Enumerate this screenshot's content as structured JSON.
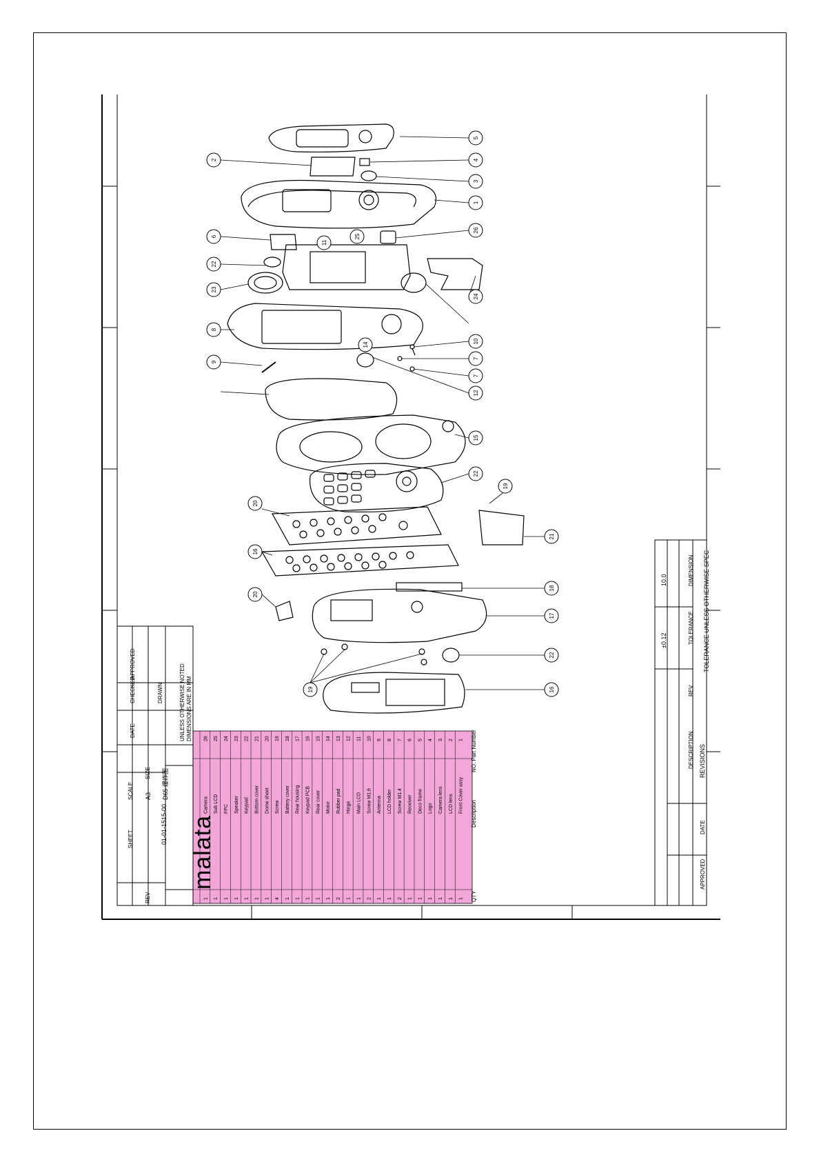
{
  "sheet": {
    "revisions_title": "REVISIONS",
    "tolerance_title": "TOLERANCE UNLESS OTHERWISE SPEC",
    "tolerance_headers": [
      "DIMENSION",
      "TOLERANCE"
    ],
    "tolerance_rows": [
      {
        "dim": "10.0",
        "tol": "±0.12"
      }
    ],
    "revision_headers": [
      "REV",
      "DESCRIPTION",
      "DATE",
      "APPROVED"
    ],
    "unless_noted": [
      "DIMENSIONS ARE IN MM",
      "UNLESS OTHERWISE NOTED"
    ],
    "drawn_label": "DRAWN",
    "checked_label": "CHECKED",
    "approved_label": "APPROVED",
    "date_label": "DATE",
    "logo": "malata",
    "drawing_number": "01-01-1515-00",
    "title_cn": "D65 爆炸图",
    "size_label": "SIZE",
    "size_value": "A3",
    "scale_label": "SCALE",
    "sheet_label": "SHEET",
    "rev_label": "REV",
    "bom_title": "NO. Part Number",
    "bom_desc_header": "Description",
    "bom_qty_header": "QTY"
  },
  "callouts": [
    "5",
    "4",
    "3",
    "1",
    "2",
    "26",
    "6",
    "11",
    "25",
    "24",
    "22",
    "23",
    "8",
    "10",
    "7",
    "7",
    "14",
    "9",
    "12",
    "15",
    "22",
    "19",
    "20",
    "21",
    "16",
    "18",
    "20",
    "17",
    "22",
    "19",
    "16"
  ],
  "bom_rows": [
    {
      "no": "1",
      "desc": "Front Cover assy",
      "qty": "1"
    },
    {
      "no": "2",
      "desc": "LCD lens",
      "qty": "1"
    },
    {
      "no": "3",
      "desc": "Camera lens",
      "qty": "1"
    },
    {
      "no": "4",
      "desc": "Logo",
      "qty": "1"
    },
    {
      "no": "5",
      "desc": "Deco frame",
      "qty": "1"
    },
    {
      "no": "6",
      "desc": "Receiver",
      "qty": "1"
    },
    {
      "no": "7",
      "desc": "Screw M1.4",
      "qty": "2"
    },
    {
      "no": "8",
      "desc": "LCD holder",
      "qty": "1"
    },
    {
      "no": "9",
      "desc": "Antenna",
      "qty": "1"
    },
    {
      "no": "10",
      "desc": "Screw M1.6",
      "qty": "2"
    },
    {
      "no": "11",
      "desc": "Main LCD",
      "qty": "1"
    },
    {
      "no": "12",
      "desc": "Hinge",
      "qty": "1"
    },
    {
      "no": "13",
      "desc": "Rubber pad",
      "qty": "2"
    },
    {
      "no": "14",
      "desc": "Motor",
      "qty": "1"
    },
    {
      "no": "15",
      "desc": "Rear cover",
      "qty": "1"
    },
    {
      "no": "16",
      "desc": "Keypad PCB",
      "qty": "1"
    },
    {
      "no": "17",
      "desc": "Rear housing",
      "qty": "1"
    },
    {
      "no": "18",
      "desc": "Battery cover",
      "qty": "1"
    },
    {
      "no": "19",
      "desc": "Screw",
      "qty": "4"
    },
    {
      "no": "20",
      "desc": "Dome sheet",
      "qty": "1"
    },
    {
      "no": "21",
      "desc": "Bottom cover",
      "qty": "1"
    },
    {
      "no": "22",
      "desc": "Keypad",
      "qty": "1"
    },
    {
      "no": "23",
      "desc": "Speaker",
      "qty": "1"
    },
    {
      "no": "24",
      "desc": "FPC",
      "qty": "1"
    },
    {
      "no": "25",
      "desc": "Sub LCD",
      "qty": "1"
    },
    {
      "no": "26",
      "desc": "Camera",
      "qty": "1"
    }
  ],
  "colors": {
    "bom_fill": "#f3a6d8",
    "line": "#000000"
  }
}
